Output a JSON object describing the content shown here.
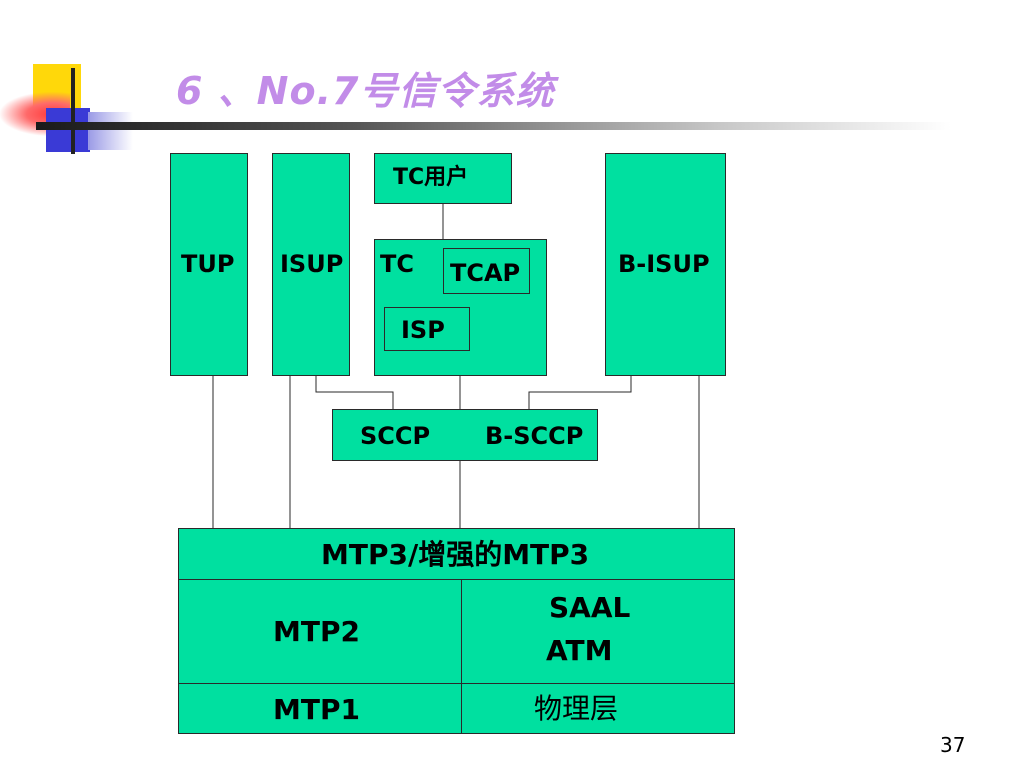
{
  "slide": {
    "title": "6 、No.7号信令系统",
    "page_number": "37"
  },
  "diagram": {
    "tc_user": "TC用户",
    "tup": "TUP",
    "isup": "ISUP",
    "tc": "TC",
    "tcap": "TCAP",
    "isp": "ISP",
    "b_isup": "B-ISUP",
    "sccp": "SCCP",
    "b_sccp": "B-SCCP",
    "mtp3": "MTP3/增强的MTP3",
    "mtp2": "MTP2",
    "saal": "SAAL",
    "atm": "ATM",
    "mtp1": "MTP1",
    "physical_layer": "物理层"
  },
  "colors": {
    "box_fill": "#00e0a0",
    "title_color": "#c28ce8",
    "accent_yellow": "#ffd80a",
    "accent_red": "#ff3a3a",
    "accent_blue": "#3a3ad6"
  }
}
